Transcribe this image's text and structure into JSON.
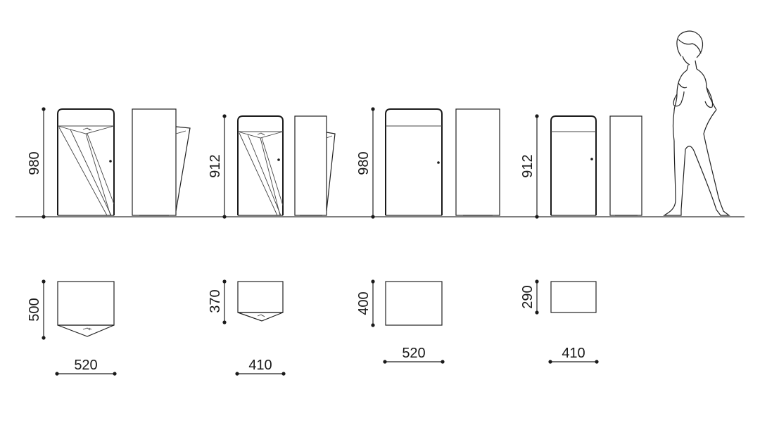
{
  "elevation_heights": {
    "bin1": "980",
    "bin2": "912",
    "bin3": "980",
    "bin4": "912"
  },
  "plan_depths": {
    "bin1": "500",
    "bin2": "370",
    "bin3": "400",
    "bin4": "290"
  },
  "plan_widths": {
    "bin1": "520",
    "bin2": "410",
    "bin3": "520",
    "bin4": "410"
  },
  "colors": {
    "line": "#222222",
    "background": "#ffffff"
  }
}
